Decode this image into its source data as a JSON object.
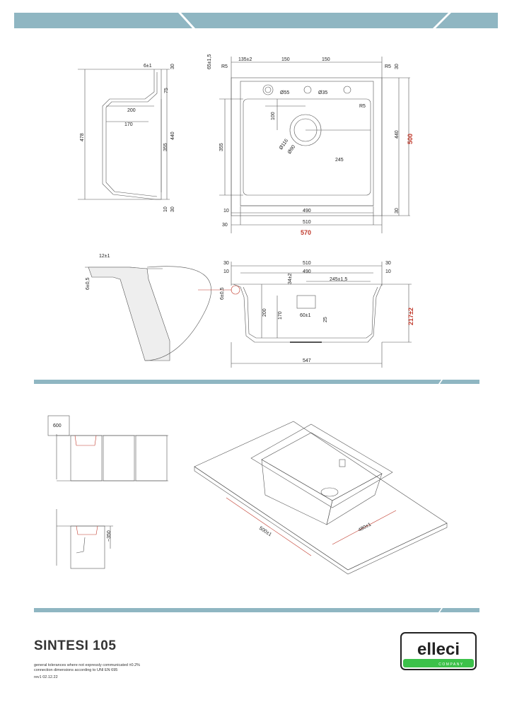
{
  "product": {
    "name": "SINTESI 105",
    "tolerance_note": "general tolerances where not expressly communicated ±0.2%",
    "connection_note": "connection dimensions according to UNI EN 695",
    "revision": "rev1 02.12.22"
  },
  "brand": {
    "logo_text": "elleci",
    "logo_subtext": "COMPANY",
    "accent_color": "#8fb6c2",
    "logo_green": "#3cc14a"
  },
  "dimensions": {
    "top_view": {
      "d1": "65±1,5",
      "d2": "135±2",
      "d3": "150",
      "d4": "150",
      "r1": "R5",
      "r2": "R5",
      "r3": "R5",
      "hole1": "Ø55",
      "hole2": "Ø35",
      "drain_outer": "Ø116",
      "drain_inner": "Ø90",
      "d_100": "100",
      "d_245": "245",
      "d_355": "355",
      "d_30a": "30",
      "d_440": "440",
      "d_500": "500",
      "d_30b": "30",
      "d_10": "10",
      "d_490": "490",
      "d_30c": "30",
      "d_510": "510",
      "d_570": "570"
    },
    "side_view": {
      "d_6": "6±1",
      "d_30": "30",
      "d_75": "75",
      "d_200": "200",
      "d_170": "170",
      "d_478": "478",
      "d_355": "355",
      "d_440": "440",
      "d_10": "10",
      "d_30b": "30"
    },
    "section_detail": {
      "d_12": "12±1",
      "d_6": "6±0,5"
    },
    "front_section": {
      "d_30a": "30",
      "d_510": "510",
      "d_30b": "30",
      "d_10a": "10",
      "d_490": "490",
      "d_10b": "10",
      "d_34": "34±2",
      "d_245": "245±1,5",
      "d_6": "6±0,5",
      "d_200": "200",
      "d_170": "170",
      "d_60": "60±1",
      "d_25": "25",
      "d_217": "217±2",
      "d_547": "547"
    },
    "cabinet": {
      "d_600": "600",
      "d_350": "~350"
    },
    "cutout": {
      "d_500": "500±1",
      "d_480": "480±1"
    }
  }
}
